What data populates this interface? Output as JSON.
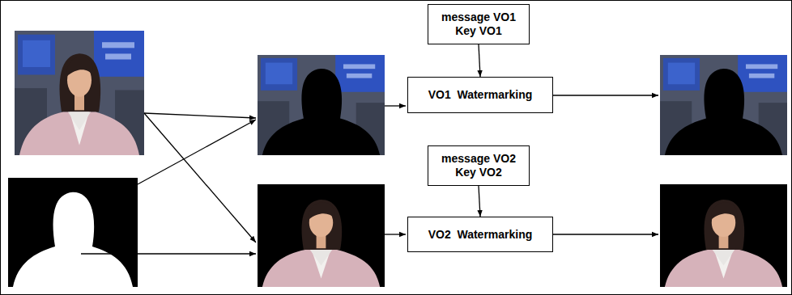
{
  "diagram": {
    "nodes": [
      {
        "text": [
          "message VO1",
          "Key VO1"
        ]
      },
      {
        "text": [
          "VO1  Watermarking"
        ]
      },
      {
        "text": [
          "message VO2",
          "Key VO2"
        ]
      },
      {
        "text": [
          "VO2  Watermarking"
        ]
      }
    ],
    "edges": [
      {
        "from": 0,
        "to": 1,
        "arrow": "to"
      },
      {
        "from": 2,
        "to": 3,
        "arrow": "to"
      }
    ]
  }
}
